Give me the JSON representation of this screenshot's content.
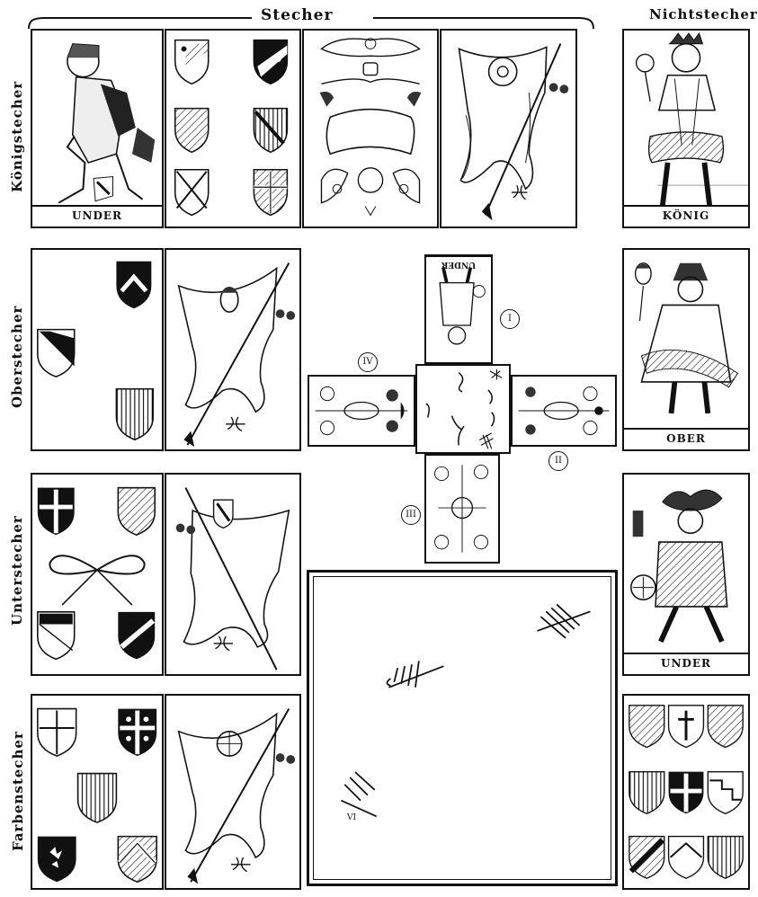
{
  "headers": {
    "stecher": "Stecher",
    "nichtstecher": "Nichtstecher"
  },
  "row_labels": {
    "koenig": "Königstecher",
    "ober": "Oberstecher",
    "unter": "Unterstecher",
    "farben": "Farbenstecher"
  },
  "card_labels": {
    "under_top": "UNDER",
    "koenig": "KÖNIG",
    "ober": "OBER",
    "under_right": "UNDER",
    "under_small": "UNDER"
  },
  "roman_numerals": {
    "i": "I",
    "ii": "II",
    "iii": "III",
    "iv": "IV"
  },
  "score_marks": {
    "vi": "VI"
  }
}
